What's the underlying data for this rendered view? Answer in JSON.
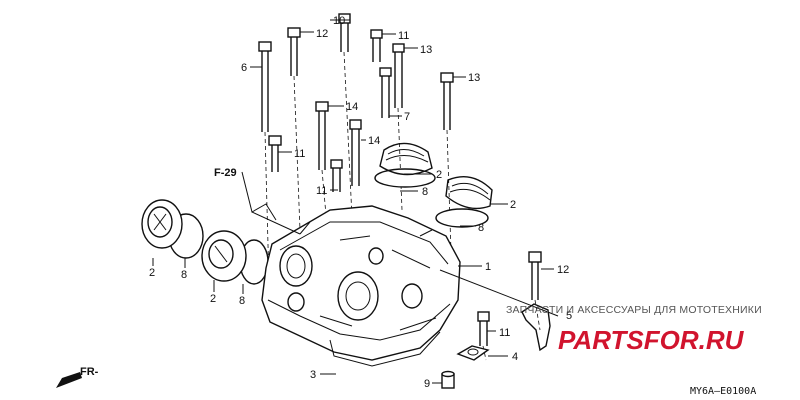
{
  "diagram": {
    "ref_code": "F-29",
    "front_label": "FR-",
    "figure_code": "MY6A–E0100A",
    "part_numbers": [
      "1",
      "2",
      "3",
      "4",
      "5",
      "6",
      "7",
      "8",
      "9",
      "10",
      "11",
      "12",
      "13",
      "14"
    ]
  },
  "callouts": [
    {
      "id": "c10",
      "text": "10"
    },
    {
      "id": "c12a",
      "text": "12"
    },
    {
      "id": "c11a",
      "text": "11"
    },
    {
      "id": "c13a",
      "text": "13"
    },
    {
      "id": "c6",
      "text": "6"
    },
    {
      "id": "c13b",
      "text": "13"
    },
    {
      "id": "c14a",
      "text": "14"
    },
    {
      "id": "c7",
      "text": "7"
    },
    {
      "id": "c14b",
      "text": "14"
    },
    {
      "id": "c11b",
      "text": "11"
    },
    {
      "id": "c2a",
      "text": "2"
    },
    {
      "id": "c11c",
      "text": "11"
    },
    {
      "id": "c8a",
      "text": "8"
    },
    {
      "id": "c2b",
      "text": "2"
    },
    {
      "id": "c8b",
      "text": "8"
    },
    {
      "id": "c1",
      "text": "1"
    },
    {
      "id": "c12b",
      "text": "12"
    },
    {
      "id": "c2c",
      "text": "2"
    },
    {
      "id": "c8c",
      "text": "8"
    },
    {
      "id": "c2d",
      "text": "2"
    },
    {
      "id": "c8d",
      "text": "8"
    },
    {
      "id": "c5",
      "text": "5"
    },
    {
      "id": "c11d",
      "text": "11"
    },
    {
      "id": "c4",
      "text": "4"
    },
    {
      "id": "c3",
      "text": "3"
    },
    {
      "id": "c9",
      "text": "9"
    }
  ],
  "watermark": {
    "text": "ЗАПЧАСТИ И АКСЕССУАРЫ ДЛЯ МОТОТЕХНИКИ",
    "logo": "PARTSFOR.RU",
    "logo_color": "#d1142e"
  },
  "colors": {
    "line": "#111111",
    "background": "#ffffff"
  }
}
